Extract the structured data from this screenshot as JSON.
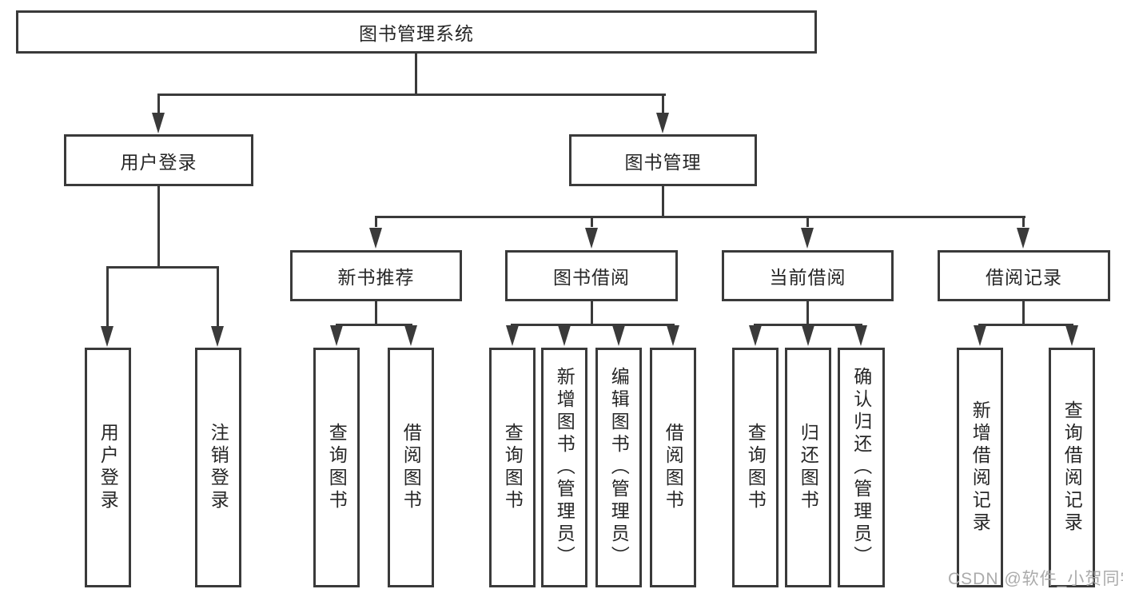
{
  "diagram": {
    "type": "hierarchy-tree",
    "root": {
      "label": "图书管理系统"
    },
    "level2": [
      {
        "id": "user-login",
        "label": "用户登录",
        "parent": "图书管理系统"
      },
      {
        "id": "book-management",
        "label": "图书管理",
        "parent": "图书管理系统"
      }
    ],
    "level3": [
      {
        "id": "new-book-recommendation",
        "label": "新书推荐",
        "parent": "图书管理"
      },
      {
        "id": "book-borrowing",
        "label": "图书借阅",
        "parent": "图书管理"
      },
      {
        "id": "current-borrowing",
        "label": "当前借阅",
        "parent": "图书管理"
      },
      {
        "id": "borrowing-records",
        "label": "借阅记录",
        "parent": "图书管理"
      }
    ],
    "leaves": [
      {
        "label": "用户登录",
        "parent": "用户登录"
      },
      {
        "label": "注销登录",
        "parent": "用户登录"
      },
      {
        "label": "查询图书",
        "parent": "新书推荐"
      },
      {
        "label": "借阅图书",
        "parent": "新书推荐"
      },
      {
        "label": "查询图书",
        "parent": "图书借阅"
      },
      {
        "label": "新增图书（管理员）",
        "parent": "图书借阅"
      },
      {
        "label": "编辑图书（管理员）",
        "parent": "图书借阅"
      },
      {
        "label": "借阅图书",
        "parent": "图书借阅"
      },
      {
        "label": "查询图书",
        "parent": "当前借阅"
      },
      {
        "label": "归还图书",
        "parent": "当前借阅"
      },
      {
        "label": "确认归还（管理员）",
        "parent": "当前借阅"
      },
      {
        "label": "新增借阅记录",
        "parent": "借阅记录"
      },
      {
        "label": "查询借阅记录",
        "parent": "借阅记录"
      }
    ],
    "watermark": "CSDN @软件_小贺同学",
    "colors": {
      "line": "#3a3a3a",
      "text": "#262626",
      "background": "#ffffff",
      "watermark": "#ababab"
    }
  }
}
